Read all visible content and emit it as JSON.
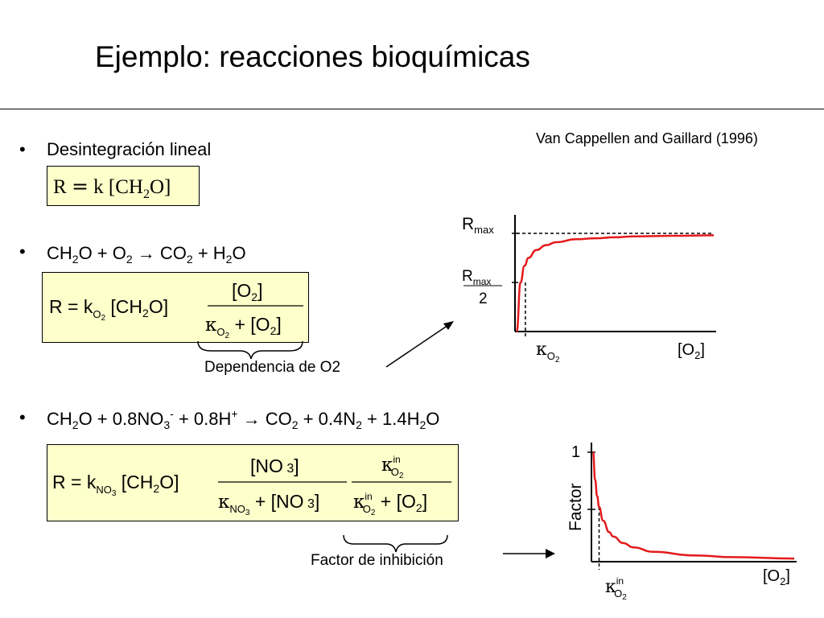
{
  "slide": {
    "title": "Ejemplo: reacciones bioquímicas",
    "citation": "Van Cappellen and Gaillard (1996)"
  },
  "bullets": [
    {
      "marker": "•",
      "text": "Desintegración lineal"
    },
    {
      "marker": "•",
      "text": "CH2O + O2 → CO2 + H2O"
    },
    {
      "marker": "•",
      "text": "CH2O + 0.8NO3- + 0.8H+ → CO2 + 0.4N2 + 1.4H2O"
    }
  ],
  "equations": {
    "linear": "R = k [CH2O]",
    "oxic": "R = kO2 [CH2O] [O2] / (κO2 + [O2])",
    "denitrification": "R = kNO3 [CH2O] [NO3] / (κNO3 + [NO3]) · κinO2 / (κinO2 + [O2])"
  },
  "annotations": {
    "dependence": "Dependencia de O2",
    "inhibition": "Factor de inhibición"
  },
  "colors": {
    "curve": "#e31a1c",
    "box_fill": "#ffffcc"
  },
  "chart_data": [
    {
      "type": "line",
      "title": "",
      "xlabel": "[O2]",
      "ylabel": "",
      "y_markers": [
        "Rmax",
        "Rmax/2"
      ],
      "x_markers": [
        "κO2"
      ],
      "series": [
        {
          "function": "R = Rmax·[O2]/(κO2+[O2])",
          "x": [
            0,
            0.02,
            0.04,
            0.06,
            0.1,
            0.15,
            0.2,
            0.3,
            0.4,
            0.5,
            0.6,
            0.8,
            1.0
          ],
          "values": [
            0,
            0.5,
            0.67,
            0.75,
            0.83,
            0.88,
            0.91,
            0.94,
            0.95,
            0.96,
            0.97,
            0.975,
            0.98
          ]
        }
      ],
      "reference_lines": [
        {
          "type": "horizontal",
          "value": 1.0,
          "style": "dashed",
          "label": "Rmax"
        },
        {
          "type": "vertical",
          "value": 0.02,
          "style": "dashed",
          "label": "κO2"
        }
      ]
    },
    {
      "type": "line",
      "title": "",
      "xlabel": "[O2]",
      "ylabel": "Factor",
      "y_markers": [
        "1"
      ],
      "x_markers": [
        "κinO2"
      ],
      "series": [
        {
          "function": "Factor = κinO2/(κinO2+[O2])",
          "x": [
            0,
            0.01,
            0.02,
            0.03,
            0.05,
            0.08,
            0.1,
            0.15,
            0.2,
            0.3,
            0.5,
            0.7,
            1.0
          ],
          "values": [
            1.0,
            0.75,
            0.6,
            0.5,
            0.375,
            0.27,
            0.23,
            0.17,
            0.13,
            0.09,
            0.057,
            0.041,
            0.029
          ]
        }
      ],
      "reference_lines": [
        {
          "type": "vertical",
          "value": 0.03,
          "style": "dashed",
          "label": "κinO2"
        }
      ]
    }
  ]
}
